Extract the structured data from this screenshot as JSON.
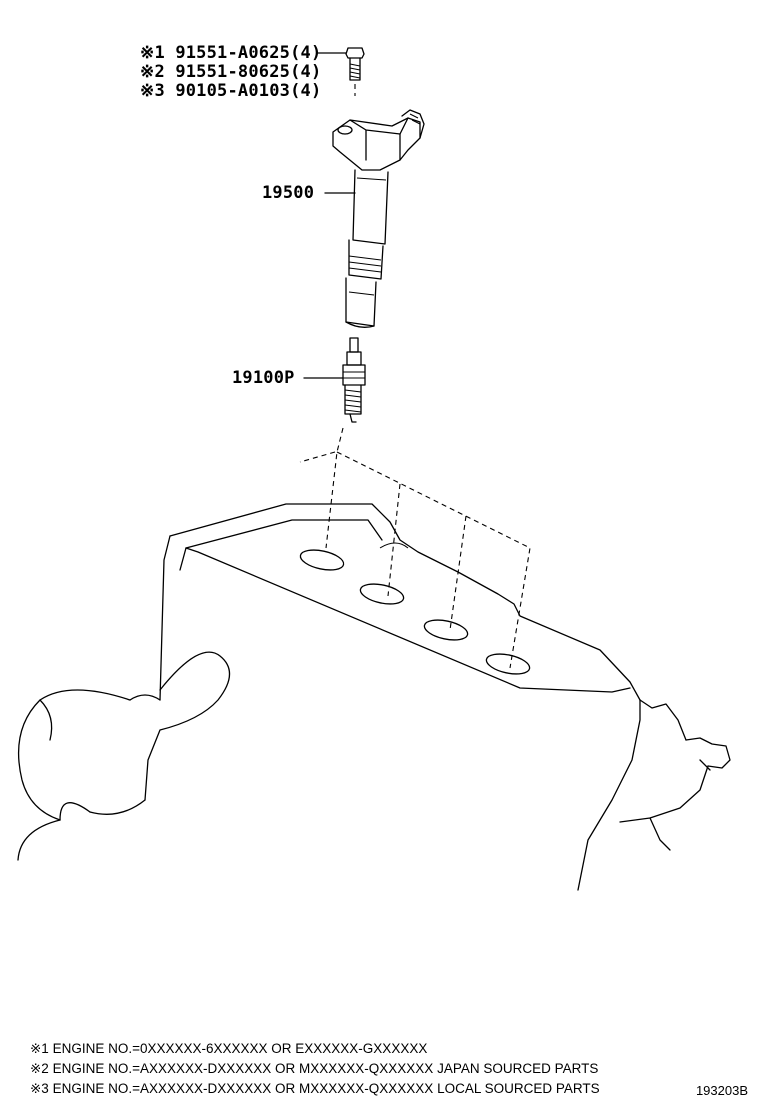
{
  "callouts": {
    "bolt_line_1": "※1 91551-A0625(4)",
    "bolt_line_2": "※2 91551-80625(4)",
    "bolt_line_3": "※3 90105-A0103(4)",
    "ignition_coil": "19500",
    "spark_plug": "19100P"
  },
  "notes": [
    "※1 ENGINE NO.=0XXXXXX-6XXXXXX OR EXXXXXX-GXXXXXX",
    "※2 ENGINE NO.=AXXXXXX-DXXXXXX OR MXXXXXX-QXXXXXX JAPAN SOURCED PARTS",
    "※3 ENGINE NO.=AXXXXXX-DXXXXXX OR MXXXXXX-QXXXXXX LOCAL SOURCED PARTS"
  ],
  "diagram_id": "193203B"
}
